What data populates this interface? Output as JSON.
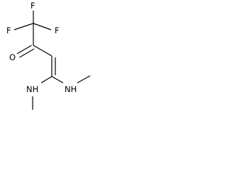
{
  "molecule": {
    "atoms": {
      "fluorine_left": "F",
      "fluorine_right": "F",
      "fluorine_bottom": "F",
      "carbonyl_oxygen": "O",
      "amine_left": "NH",
      "amine_right": "NH"
    },
    "colors": {
      "bond": "#000000",
      "atom_label": "#000000",
      "background": "#ffffff"
    }
  }
}
